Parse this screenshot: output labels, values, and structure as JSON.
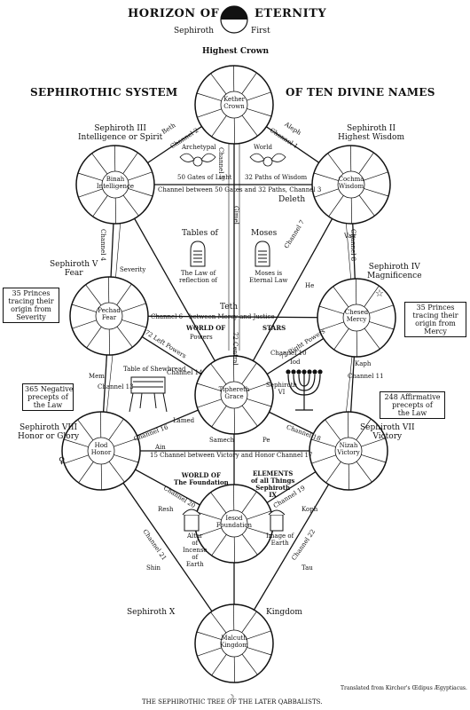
{
  "header": {
    "title_left": "HORIZON OF",
    "title_right": "ETERNITY",
    "sub_left": "Sephiroth",
    "sub_right": "First",
    "crown": "Highest Crown",
    "system_left": "SEPHIROTHIC SYSTEM",
    "system_right": "OF TEN DIVINE NAMES"
  },
  "spheres": [
    {
      "id": "kether",
      "text": "Kether\nCrown"
    },
    {
      "id": "binah",
      "text": "Binah\nIntelligence"
    },
    {
      "id": "cochma",
      "text": "Cochma\nWisdom"
    },
    {
      "id": "pechad",
      "text": "Pechad\nFear"
    },
    {
      "id": "chesed",
      "text": "Chesed\nMercy"
    },
    {
      "id": "tiphereth",
      "text": "Tiphereth\nGrace"
    },
    {
      "id": "hod",
      "text": "Hod\nHonor"
    },
    {
      "id": "nizah",
      "text": "Nizah\nVictory"
    },
    {
      "id": "iesod",
      "text": "Iesod\nFoundation"
    },
    {
      "id": "malcuth",
      "text": "Malcuth\nKingdom"
    }
  ],
  "sephiroth_labels": {
    "s3": "Sephiroth III\nIntelligence or Spirit",
    "s2": "Sephiroth II\nHighest Wisdom",
    "s5": "Sephiroth V\nFear",
    "s4": "Sephiroth IV\nMagnificence",
    "s8": "Sephiroth VIII\nHonor or Glory",
    "s7": "Sephiroth VII\nVictory",
    "s10": "Sephiroth X",
    "kingdom": "Kingdom",
    "s6": "Sephiroth\nVI"
  },
  "top_labels": {
    "beth": "Beth",
    "aleph": "Aleph",
    "channel2": "Channel 2",
    "channel1": "Channel 1",
    "archetypal": "Archetypal",
    "world": "World",
    "gates_light": "50 Gates of Light",
    "paths_wisdom": "32 Paths of Wisdom",
    "channel_between": "Channel between 50 Gates and 32 Paths, Channel 3",
    "deleth": "Deleth",
    "gimel": "Gimel",
    "channel5": "Channel 5"
  },
  "tables": {
    "tables_of": "Tables of",
    "moses": "Moses",
    "law_reflection": "The Law of\nreflection of",
    "moses_law": "Moses is\nEternal Law"
  },
  "mid_labels": {
    "severity": "Severity",
    "teth": "Teth",
    "channel9_between": "between Mercy and Justice",
    "channel6": "Channel 6",
    "channel4": "Channel 4",
    "channel8": "Channel 8",
    "channel7": "Channel 7",
    "vau": "Vau",
    "he": "He",
    "world_of": "WORLD OF",
    "powers": "Powers",
    "stars": "STARS",
    "channel10": "Channel 10",
    "left_powers": "72 Left Powers",
    "right_powers": "72 Right Powers",
    "central": "72 Central",
    "iod": "Iod",
    "mem": "Mem",
    "channel13": "Channel 13",
    "kaph": "Kaph",
    "channel11": "Channel 11",
    "lamed": "Lamed",
    "shewbread": "Table of Shewbread",
    "channel14": "Channel 14"
  },
  "boxes": {
    "princes_left": "35 Princes\ntracing their\norigin from\nSeverity",
    "princes_right": "35 Princes\ntracing their\norigin from\nMercy",
    "negative": "365 Negative\nprecepts of\nthe Law",
    "affirmative": "248 Affirmative\nprecepts of\nthe Law"
  },
  "lower_labels": {
    "channel16": "Channel 16",
    "channel18": "Channel 18",
    "ain": "Ain",
    "samech": "Samech",
    "pe": "Pe",
    "channel15_between": "15 Channel between Victory and Honor Channel 17",
    "world_foundation": "WORLD OF\nThe Foundation",
    "elements": "ELEMENTS\nof all Things\nSephiroth\nIX",
    "channel20": "Channel 20",
    "channel19": "Channel 19",
    "resh": "Resh",
    "koph": "Koph",
    "altar": "Altar\nof\nIncense\nof\nEarth",
    "image_earth": "Image of\nEarth",
    "channel21": "Channel 21",
    "shin": "Shin",
    "channel22": "Channel 22",
    "tau": "Tau"
  },
  "footer": {
    "caption": "THE SEPHIROTHIC TREE OF THE LATER QABBALISTS.",
    "credit": "Translated from Kircher's Œdipus Ægyptiacus."
  }
}
